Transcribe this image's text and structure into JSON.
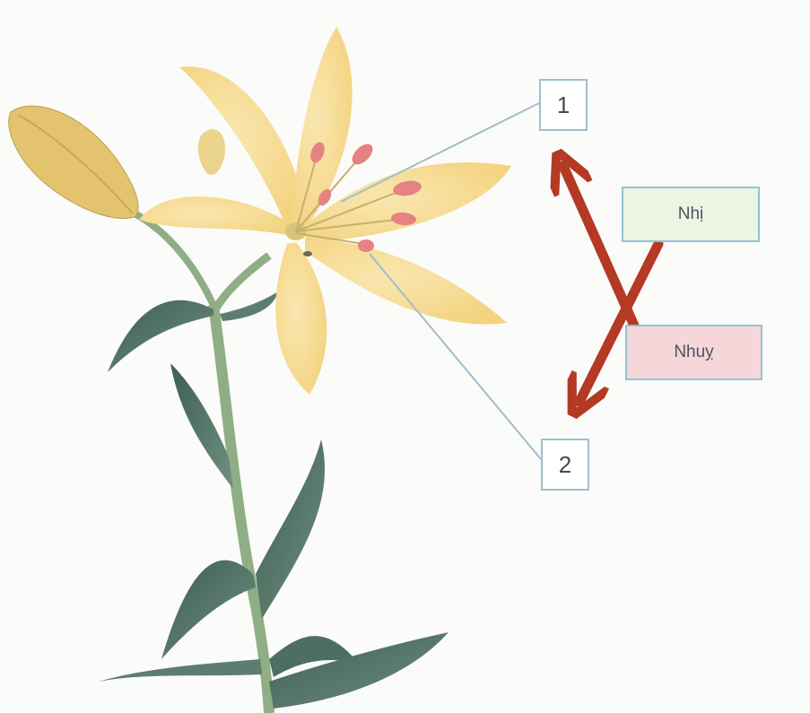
{
  "callouts": [
    {
      "number": "1"
    },
    {
      "number": "2"
    }
  ],
  "labels": {
    "nhi": "Nhị",
    "nhuy": "Nhuỵ"
  },
  "colors": {
    "petal": "#f6d98a",
    "leaf": "#4f6e63",
    "stem": "#8fae86",
    "arrow": "#b43a23",
    "leader_line": "#9fbfcc",
    "box_border": "#8fc3d6"
  }
}
